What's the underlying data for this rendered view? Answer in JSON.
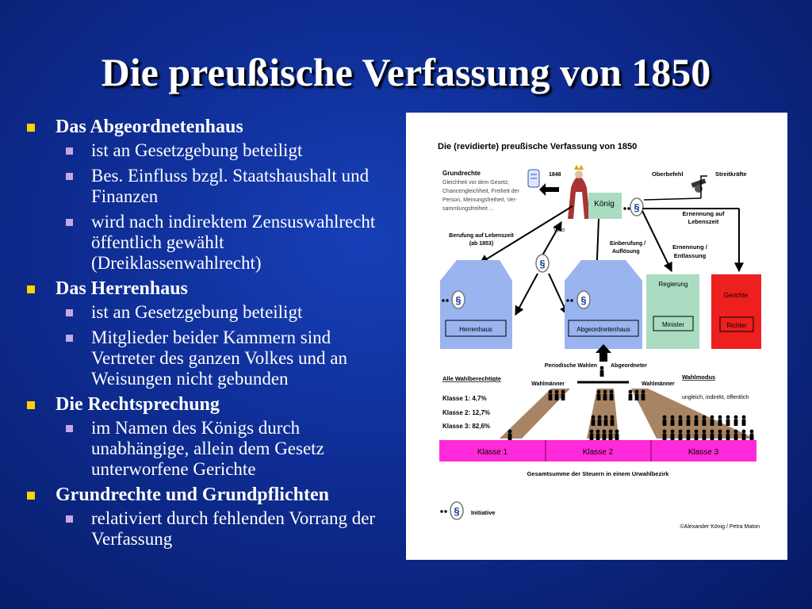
{
  "slide": {
    "title": "Die preußische Verfassung von 1850",
    "bullets": [
      {
        "text": "Das Abgeordnetenhaus",
        "sub": [
          "ist an Gesetzgebung beteiligt",
          "Bes. Einfluss bzgl. Staatshaushalt und Finanzen",
          "wird nach indirektem Zensuswahlrecht öffentlich gewählt (Dreiklassenwahlrecht)"
        ]
      },
      {
        "text": "Das Herrenhaus",
        "sub": [
          "ist an Gesetzgebung beteiligt",
          "Mitglieder beider Kammern sind Vertreter des ganzen Volkes und an Weisungen nicht gebunden"
        ]
      },
      {
        "text": "Die Rechtsprechung",
        "sub": [
          "im Namen des Königs durch unabhängige, allein dem Gesetz unterworfene Gerichte"
        ]
      },
      {
        "text": "Grundrechte und Grundpflichten",
        "sub": [
          "relativiert durch fehlenden Vorrang der Verfassung"
        ]
      }
    ]
  },
  "diagram": {
    "title": "Die (revidierte) preußische Verfassung von 1850",
    "grundrechte_title": "Grundrechte",
    "grundrechte_lines": [
      "Gleichheit vor dem Gesetz,",
      "Chancengleichheit, Freiheit der",
      "Person, Meinungsfreiheit, Ver-",
      "sammlungsfreiheit ..."
    ],
    "year": "1848",
    "koenig": "König",
    "oberbefehl": "Oberbefehl",
    "streitkraefte": "Streitkräfte",
    "ernennung_lebenszeit": [
      "Ernennung auf",
      "Lebenszeit"
    ],
    "ernennung_entlassung": [
      "Ernennung /",
      "Entlassung"
    ],
    "einberufung": [
      "Einberufung /",
      "Auflösung"
    ],
    "veto": "Veto",
    "berufung": [
      "Berufung auf Lebenszeit",
      "(ab 1853)"
    ],
    "herrenhaus": "Herrenhaus",
    "abgeordnetenhaus": "Abgeordnetenhaus",
    "regierung": "Regierung",
    "minister": "Minister",
    "gerichte": "Gerichte",
    "richter": "Richter",
    "periodische_wahlen": "Periodische Wahlen",
    "abgeordneter": "Abgeordneter",
    "alle_wahlberechtigte": "Alle Wahlberechtigte",
    "wahlmaenner": "Wahlmänner",
    "wahlmodus": "Wahlmodus",
    "wahlmodus_text": "ungleich, indirekt, öffentlich",
    "klassen_stats": [
      "Klasse 1:   4,7%",
      "Klasse 2:  12,7%",
      "Klasse 3:  82,6%"
    ],
    "klassen": [
      "Klasse 1",
      "Klasse 2",
      "Klasse 3"
    ],
    "gesamtsumme": "Gesamtsumme der Steuern in einem Urwahlbezirk",
    "initiative": "Initiative",
    "paragraph": "§",
    "copyright": "©Alexander König / Petra Maton"
  }
}
